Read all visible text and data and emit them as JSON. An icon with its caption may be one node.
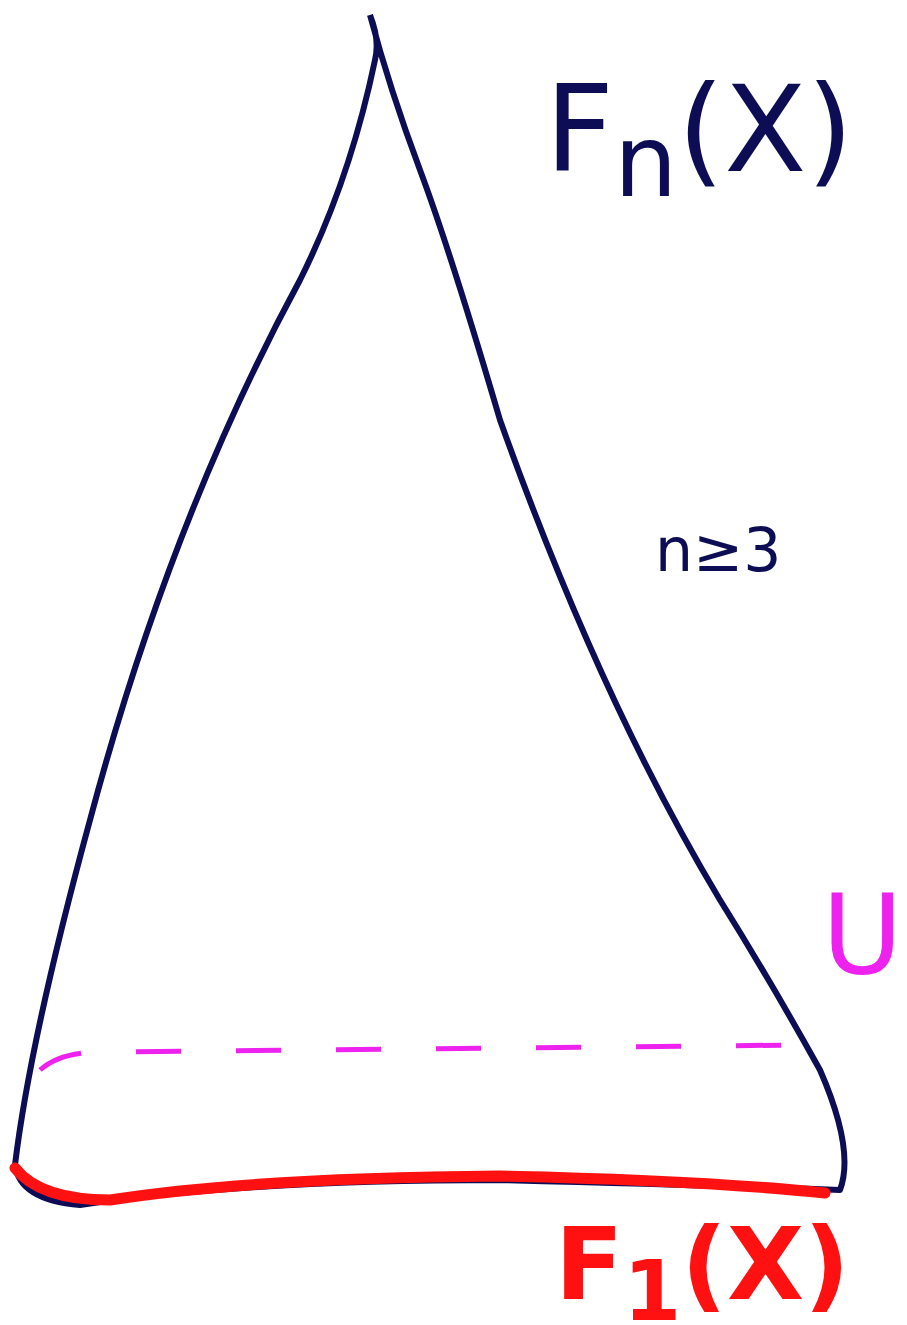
{
  "diagram": {
    "labels": [
      "F$_{n}$(X)",
      "n≥3",
      "U",
      "F$_{1}$(X)"
    ]
  }
}
